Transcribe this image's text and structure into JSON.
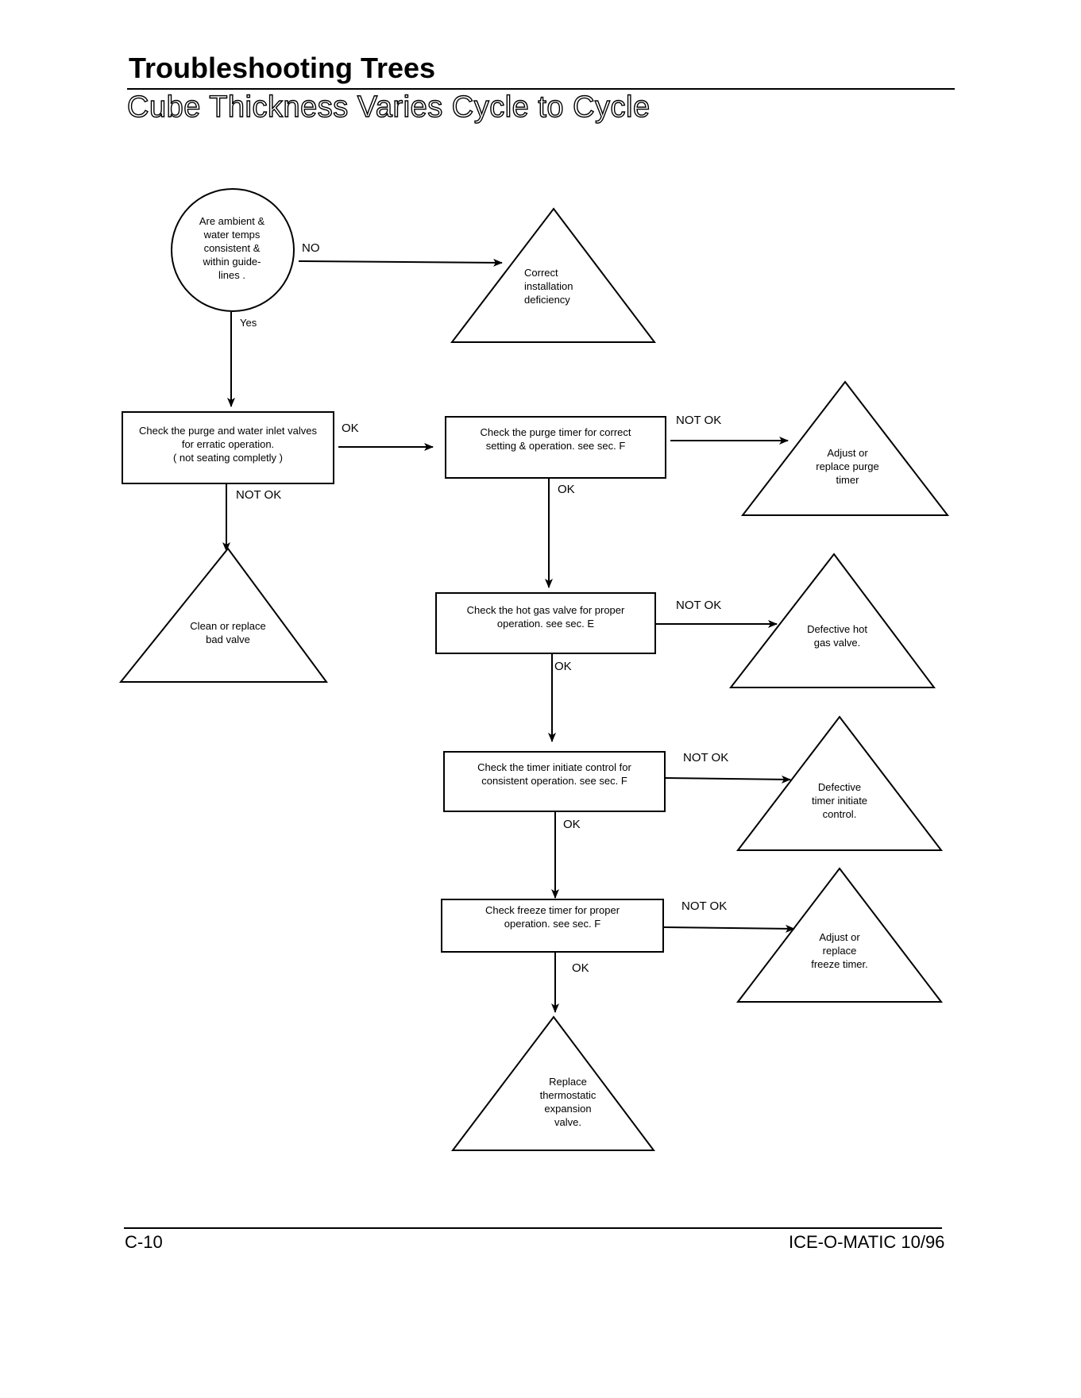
{
  "header": {
    "title": "Troubleshooting Trees",
    "subtitle": "Cube Thickness Varies Cycle to Cycle"
  },
  "nodes": {
    "start": "Are ambient &\nwater temps\nconsistent &\nwithin guide-\nlines .",
    "correct_install": "Correct\ninstallation\ndeficiency",
    "check_purge_valves": "Check the purge and water inlet valves\nfor erratic operation.\n( not seating completly )",
    "clean_replace": "Clean or replace\nbad valve",
    "check_purge_timer": "Check the purge timer for correct\nsetting & operation. see sec. F",
    "adjust_purge": "Adjust or\nreplace purge\ntimer",
    "check_hot_gas": "Check the hot gas valve for proper\noperation. see sec. E",
    "defective_hot_gas": "Defective hot\ngas valve.",
    "check_timer_initiate": "Check the timer initiate control for\nconsistent operation. see sec. F",
    "defective_initiate": "Defective\ntimer initiate\ncontrol.",
    "check_freeze_timer": "Check freeze timer for proper\noperation. see sec. F",
    "adjust_freeze": "Adjust or\nreplace\nfreeze timer.",
    "replace_txv": "Replace\nthermostatic\nexpansion\nvalve."
  },
  "edges": {
    "start_no": "NO",
    "start_yes": "Yes",
    "purge_valves_ok": "OK",
    "purge_valves_not_ok": "NOT OK",
    "purge_timer_not_ok": "NOT OK",
    "purge_timer_ok": "OK",
    "hot_gas_not_ok": "NOT OK",
    "hot_gas_ok": "OK",
    "initiate_not_ok": "NOT OK",
    "initiate_ok": "OK",
    "freeze_not_ok": "NOT OK",
    "freeze_ok": "OK"
  },
  "footer": {
    "page": "C-10",
    "brand": "ICE-O-MATIC 10/96"
  }
}
